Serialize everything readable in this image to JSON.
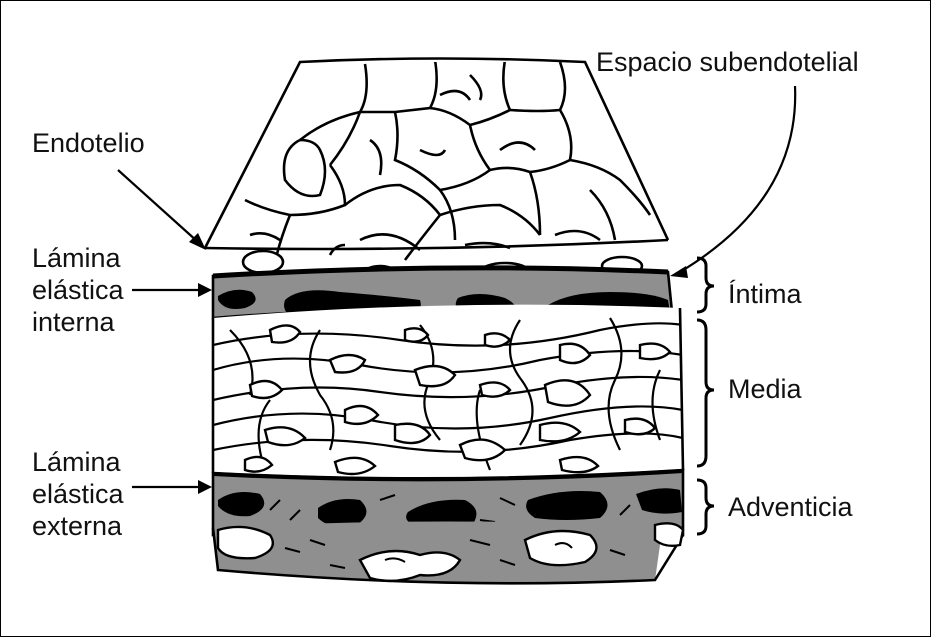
{
  "labels": {
    "espacio_subendotelial": "Espacio subendotelial",
    "endotelio": "Endotelio",
    "lamina_interna": [
      "Lámina",
      "elástica",
      "interna"
    ],
    "lamina_externa": [
      "Lámina",
      "elástica",
      "externa"
    ],
    "intima": "Íntima",
    "media": "Media",
    "adventicia": "Adventicia"
  },
  "colors": {
    "ink": "#000000",
    "gray_layer": "#8f8f8f",
    "background": "#ffffff"
  }
}
